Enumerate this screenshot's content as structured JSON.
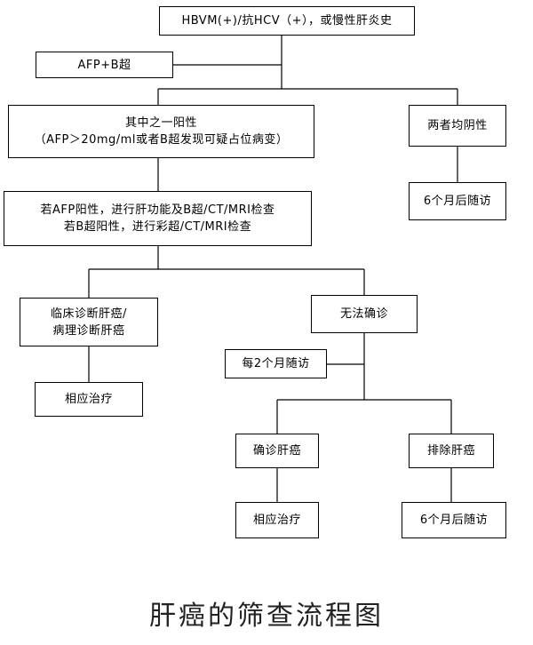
{
  "nodes": {
    "start": "HBVM(+)/抗HCV（+），或慢性肝炎史",
    "afp_b": "AFP+B超",
    "either_positive": {
      "line1": "其中之一阳性",
      "line2": "（AFP＞20mg/ml或者B超发现可疑占位病变）"
    },
    "both_negative": "两者均阴性",
    "followup_6m_top": "6个月后随访",
    "further_exam": {
      "line1": "若AFP阳性，进行肝功能及B超/CT/MRI检查",
      "line2": "若B超阳性，进行彩超/CT/MRI检查"
    },
    "clinical_dx": {
      "line1": "临床诊断肝癌/",
      "line2": "病理诊断肝癌"
    },
    "cannot_confirm": "无法确诊",
    "treatment_left": "相应治疗",
    "followup_2m": "每2个月随访",
    "confirmed": "确诊肝癌",
    "excluded": "排除肝癌",
    "treatment_right": "相应治疗",
    "followup_6m_bottom": "6个月后随访"
  },
  "caption": "肝癌的筛查流程图"
}
